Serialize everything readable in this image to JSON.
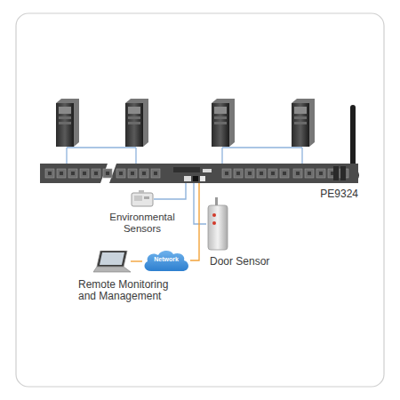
{
  "diagram": {
    "nodes": [
      {
        "text": [
          "PE9324"
        ]
      },
      {
        "text": [
          "Environmental Sensors"
        ]
      },
      {
        "text": [
          "Door Sensor"
        ]
      },
      {
        "text": [
          "Network"
        ]
      },
      {
        "text": [
          "Remote Monitoring and Management"
        ]
      }
    ],
    "edges": [
      {
        "from": 0,
        "to": 1,
        "arrow": "none"
      },
      {
        "from": 0,
        "to": 2,
        "arrow": "none"
      },
      {
        "from": 0,
        "to": 3,
        "arrow": "none"
      },
      {
        "from": 3,
        "to": 4,
        "arrow": "none"
      }
    ]
  }
}
